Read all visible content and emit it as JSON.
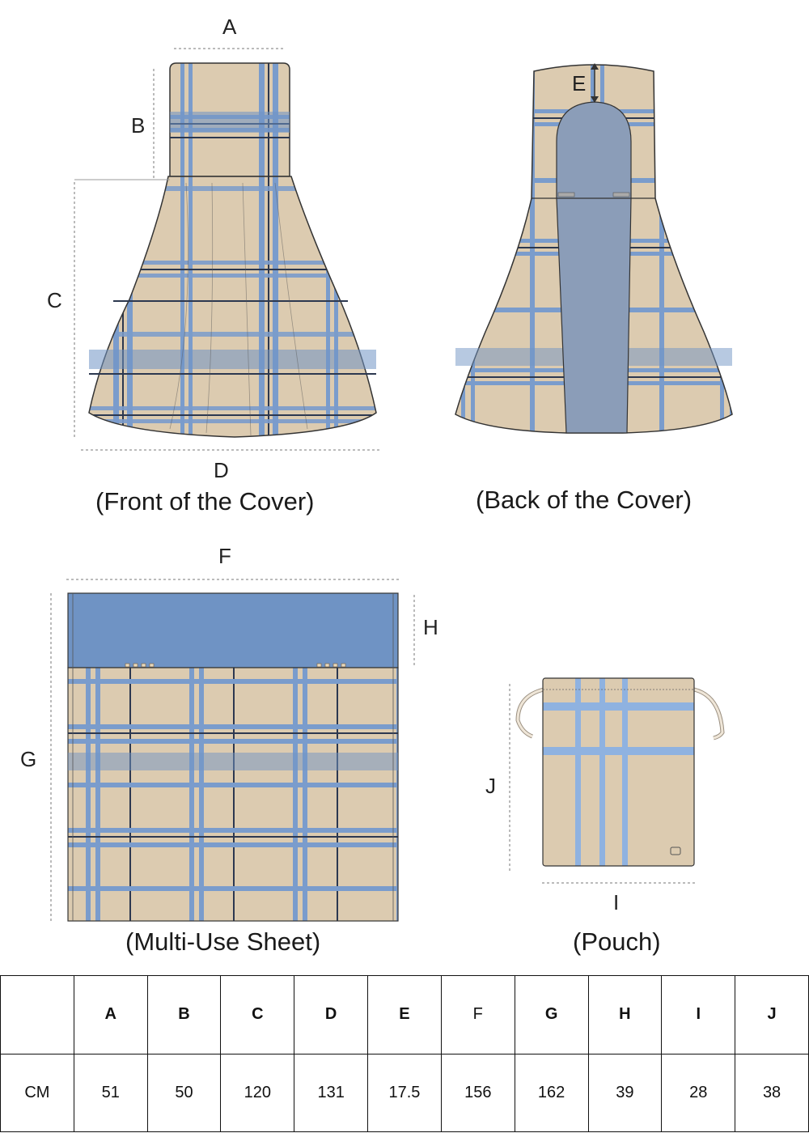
{
  "labels": {
    "A": "A",
    "B": "B",
    "C": "C",
    "D": "D",
    "E": "E",
    "F": "F",
    "G": "G",
    "H": "H",
    "I": "I",
    "J": "J"
  },
  "captions": {
    "front": "(Front of the Cover)",
    "back": "(Back of the Cover)",
    "sheet": "(Multi-Use Sheet)",
    "pouch": "(Pouch)"
  },
  "colors": {
    "fabric": "#dccbb0",
    "blue": "#7a9ccc",
    "lining": "#8b9db8",
    "navy": "#2c3850",
    "band": "#6f93c4"
  },
  "table": {
    "headers": [
      "",
      "A",
      "B",
      "C",
      "D",
      "E",
      "F",
      "G",
      "H",
      "I",
      "J"
    ],
    "row": [
      "CM",
      "51",
      "50",
      "120",
      "131",
      "17.5",
      "156",
      "162",
      "39",
      "28",
      "38"
    ]
  }
}
